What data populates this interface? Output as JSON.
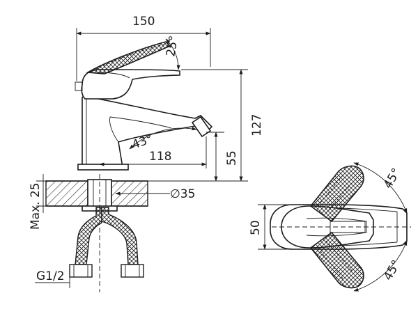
{
  "dimensions": {
    "width_150": "150",
    "angle_25": "25°",
    "height_127": "127",
    "angle_43": "43°",
    "reach_118": "118",
    "height_55": "55",
    "max_25": "Max. 25",
    "diameter_35": "∅35",
    "thread": "G1/2",
    "width_50": "50",
    "angle_45_top": "45°",
    "angle_45_bottom": "45°"
  }
}
